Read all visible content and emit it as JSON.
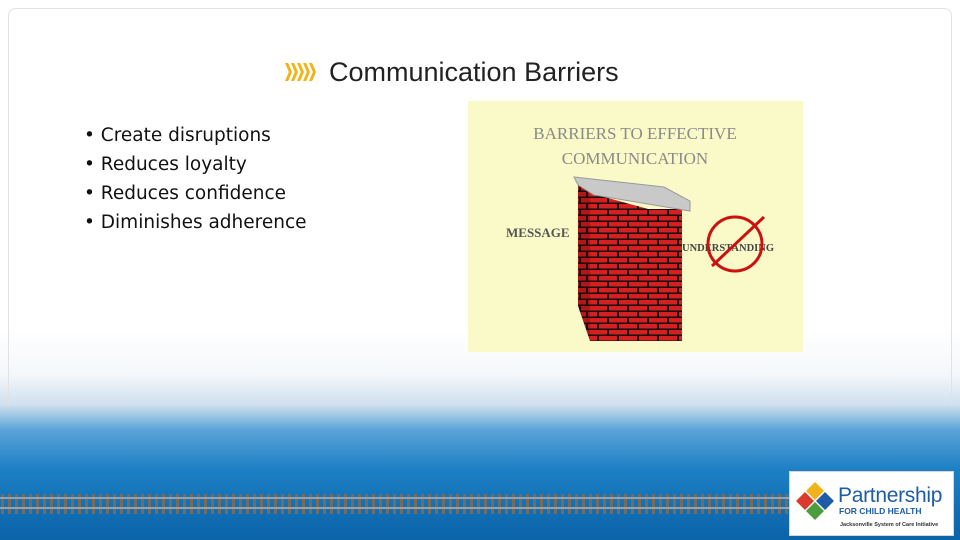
{
  "slide": {
    "title": "Communication Barriers",
    "bullets": [
      "• Create disruptions",
      "• Reduces loyalty",
      "• Reduces confidence",
      "• Diminishes adherence"
    ]
  },
  "illustration": {
    "heading_line1": "BARRIERS TO EFFECTIVE",
    "heading_line2": "COMMUNICATION",
    "left_label": "MESSAGE",
    "right_label": "UNDERSTANDING",
    "icons": [
      "brick-wall-icon",
      "no-sign-icon"
    ],
    "colors": {
      "background": "#fafac8",
      "brick": "#d42020",
      "cap": "#c9c9c9",
      "no_sign": "#cc1111"
    }
  },
  "logo": {
    "name": "Partnership",
    "subtitle": "FOR CHILD HEALTH",
    "tagline": "Jacksonville System of Care Initiative",
    "colors": {
      "blue": "#1f5ca8",
      "red": "#d93a2b",
      "green": "#4a9c3c",
      "yellow": "#f2b21c"
    }
  },
  "theme": {
    "accent": "#f4b21a",
    "footer_blue": "#1c7fc4"
  }
}
